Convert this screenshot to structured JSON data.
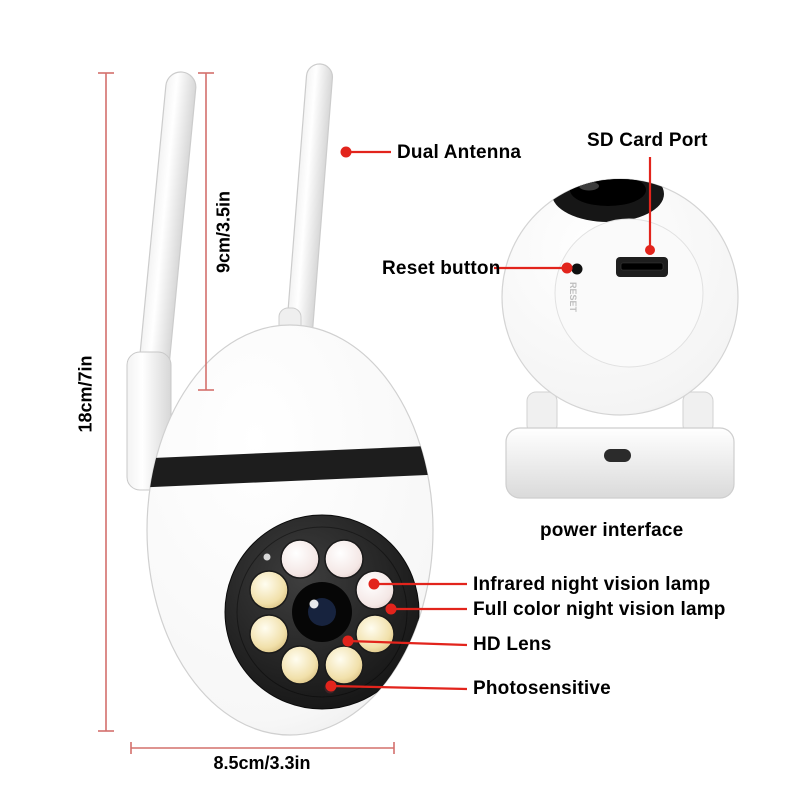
{
  "callouts": {
    "dual_antenna": "Dual Antenna",
    "sd_card_port": "SD Card Port",
    "reset_button": "Reset button",
    "power_interface": "power interface",
    "infrared_lamp": "Infrared night vision lamp",
    "full_color_lamp": "Full color night vision lamp",
    "hd_lens": "HD Lens",
    "photosensitive": "Photosensitive"
  },
  "dimensions": {
    "total_height": "18cm/7in",
    "antenna_height": "9cm/3.5in",
    "base_width": "8.5cm/3.3in"
  },
  "engravings": {
    "reset": "RESET"
  },
  "colors": {
    "callout_red": "#e2241c",
    "dimension_line": "#d4706c",
    "label_text": "#000000",
    "background": "#ffffff"
  }
}
